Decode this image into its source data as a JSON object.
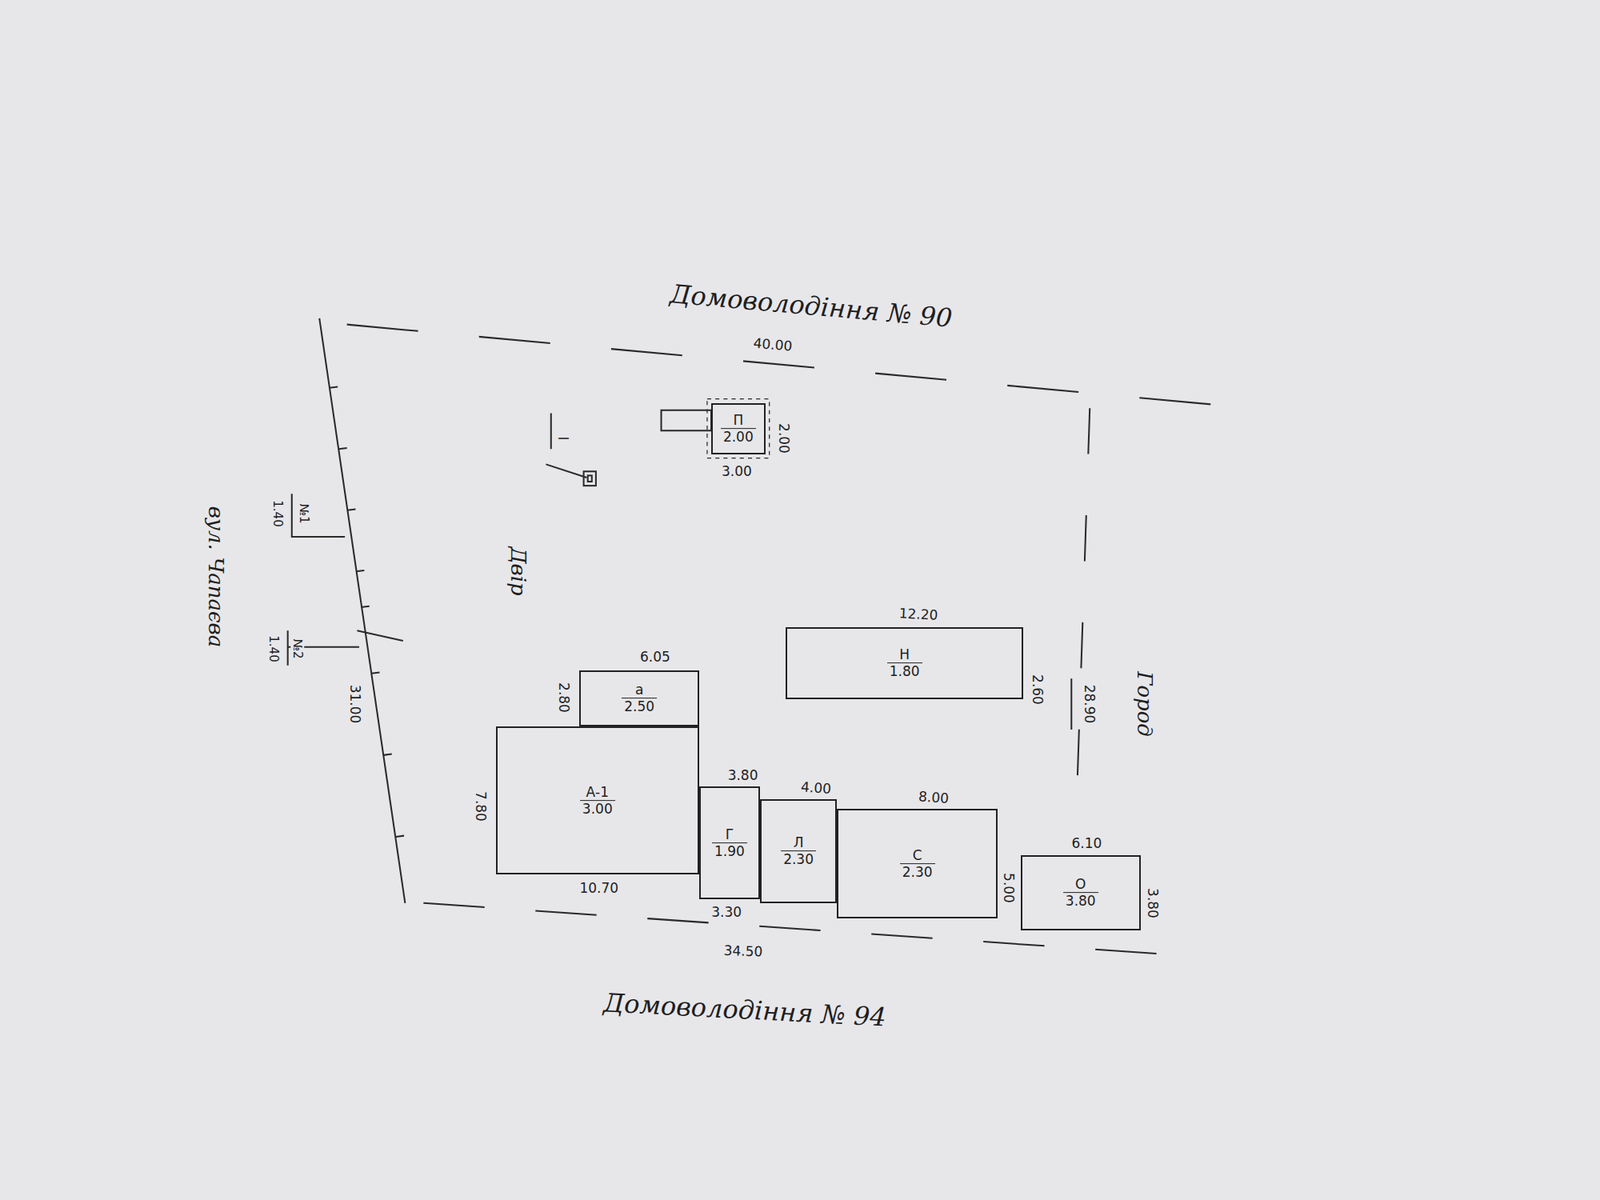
{
  "diagram": {
    "nodes": [
      {
        "text": [
          "П",
          "2.00"
        ]
      },
      {
        "text": [
          "а",
          "2.50"
        ]
      },
      {
        "text": [
          "А-1",
          "3.00"
        ]
      },
      {
        "text": [
          "Н",
          "1.80"
        ]
      },
      {
        "text": [
          "Г",
          "1.90"
        ]
      },
      {
        "text": [
          "Л",
          "2.30"
        ]
      },
      {
        "text": [
          "С",
          "2.30"
        ]
      },
      {
        "text": [
          "О",
          "3.80"
        ]
      }
    ],
    "labels": [
      "Домоволодіння № 90",
      "40.00",
      "вул. Чапаєва",
      "№1",
      "1.40",
      "№2",
      "1.40",
      "31.00",
      "I",
      "Двір",
      "2.00",
      "3.00",
      "6.05",
      "2.80",
      "7.80",
      "10.70",
      "12.20",
      "2.60",
      "Город",
      "28.90",
      "3.80",
      "4.00",
      "8.00",
      "3.30",
      "5.00",
      "6.10",
      "3.80",
      "34.50",
      "Домоволодіння № 94"
    ]
  }
}
